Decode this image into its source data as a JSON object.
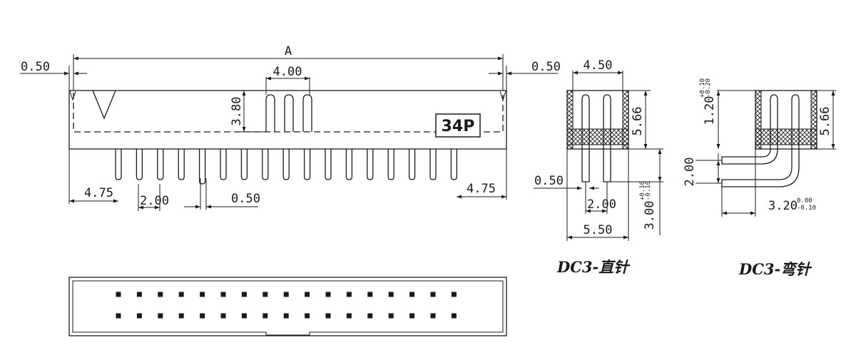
{
  "front_view": {
    "dim_a": "A",
    "dim_left_offset": "0.50",
    "dim_right_offset": "0.50",
    "dim_pitch_top": "4.00",
    "dim_height": "3.80",
    "pin_count_tag": "34P",
    "dim_left_edge": "4.75",
    "dim_right_edge": "4.75",
    "dim_pitch": "2.00",
    "dim_pin_width": "0.50"
  },
  "side_straight": {
    "dim_width_top": "4.50",
    "dim_body_height": "5.66",
    "dim_pin_width": "0.50",
    "dim_pitch": "2.00",
    "dim_base": "5.50",
    "dim_pin_length": "3.00",
    "tol_pin_length_upper": "+0.10",
    "tol_pin_length_lower": "-0.10",
    "caption": "DC3-直针"
  },
  "side_bent": {
    "dim_pin_height": "1.20",
    "tol_pin_height_upper": "+0.10",
    "tol_pin_height_lower": "-0.20",
    "dim_body_height": "5.66",
    "dim_pitch": "2.00",
    "dim_bend_length": "3.20",
    "tol_bend_upper": "0.00",
    "tol_bend_lower": "-0.10",
    "caption": "DC3-弯针"
  },
  "bottom_view": {
    "rows": 2,
    "holes_per_row": 17
  }
}
